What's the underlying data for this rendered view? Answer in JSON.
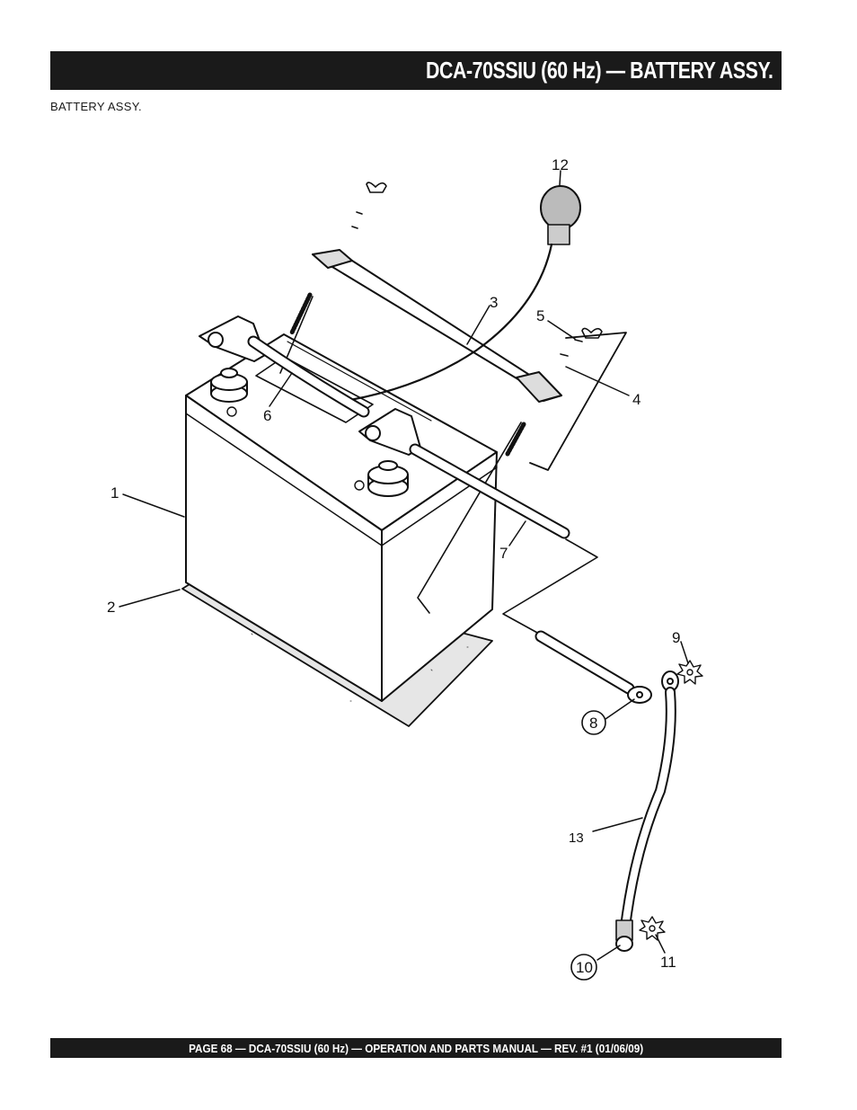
{
  "header": {
    "title": "DCA-70SSIU (60 Hz)  — BATTERY ASSY."
  },
  "section": {
    "label": "BATTERY  ASSY."
  },
  "callouts": {
    "c1": "1",
    "c2": "2",
    "c3": "3",
    "c4": "4",
    "c5": "5",
    "c6": "6",
    "c7": "7",
    "c8": "8",
    "c9": "9",
    "c10": "10",
    "c11": "11",
    "c12": "12",
    "c13": "13"
  },
  "footer": {
    "text": "PAGE 68 — DCA-70SSIU (60 Hz)  —  OPERATION AND PARTS  MANUAL — REV. #1  (01/06/09)"
  }
}
